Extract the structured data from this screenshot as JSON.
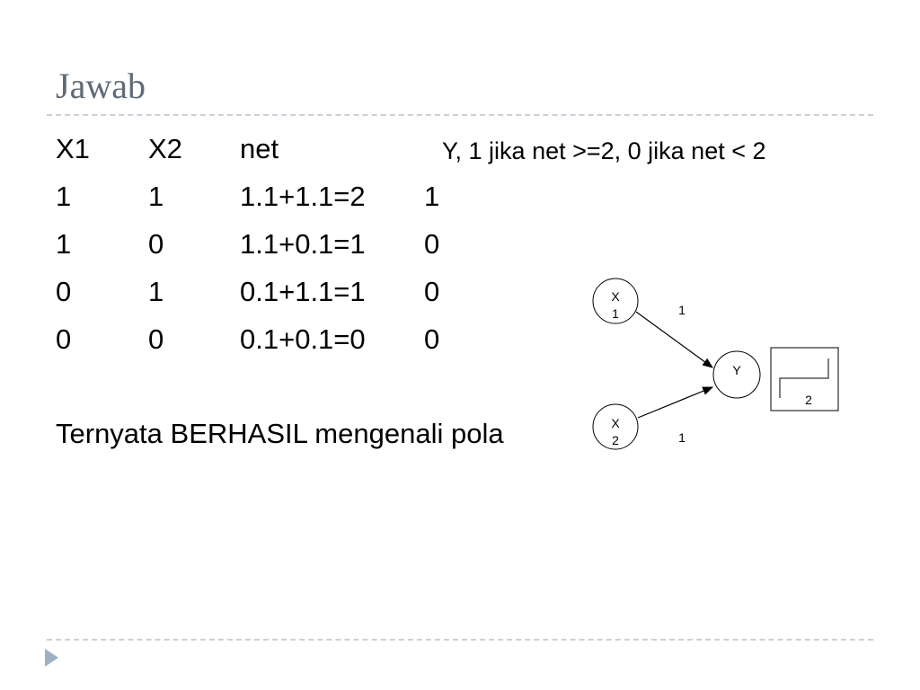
{
  "slide": {
    "title": "Jawab",
    "table": {
      "headers": [
        "X1",
        "X2",
        "net",
        "Y, 1 jika net >=2, 0 jika net < 2"
      ],
      "rows": [
        [
          "1",
          "1",
          "1.1+1.1=2",
          "1"
        ],
        [
          "1",
          "0",
          "1.1+0.1=1",
          "0"
        ],
        [
          "0",
          "1",
          "0.1+1.1=1",
          "0"
        ],
        [
          "0",
          "0",
          "0.1+0.1=0",
          "0"
        ]
      ]
    },
    "conclusion": "Ternyata BERHASIL mengenali pola",
    "bullet_icon": "triangle-bullet-icon",
    "accent_color": "#9fb1c5"
  },
  "diagram": {
    "x1_label": [
      "X",
      "1"
    ],
    "x2_label": [
      "X",
      "2"
    ],
    "y_label": "Y",
    "w1": "1",
    "w2": "1",
    "threshold_label": "2"
  }
}
